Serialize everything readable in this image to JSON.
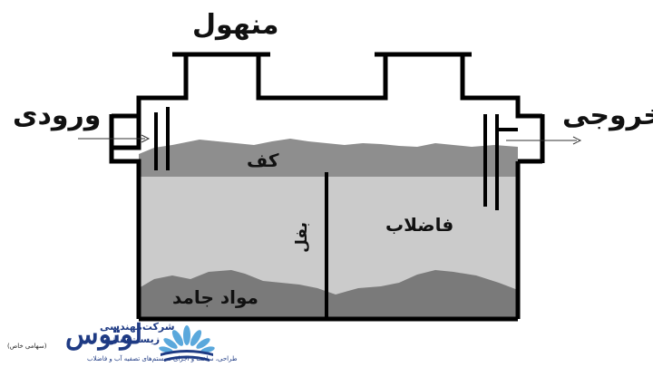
{
  "labels": {
    "manhole": "منهول",
    "inlet": "ورودی",
    "outlet": "خروجی",
    "scum": "کف",
    "wastewater": "فاضلاب",
    "baffle": "بفل",
    "solids": "مواد جامد"
  },
  "logo": {
    "name": "لوتوس",
    "line1": "شرکت‌مهندسی",
    "line2": "زیست‌سازه",
    "subtitle": "(سهامی خاص)",
    "tagline": "طراحی، ساخت و اجرای سیستم‌های تصفیه آب و فاضلاب"
  },
  "colors": {
    "outline": "#000000",
    "scum": "#8e8e8e",
    "wastewater": "#cbcbcb",
    "solids": "#7a7a7a",
    "brand_blue": "#1f3b84",
    "logo_light": "#5aa8dc"
  }
}
